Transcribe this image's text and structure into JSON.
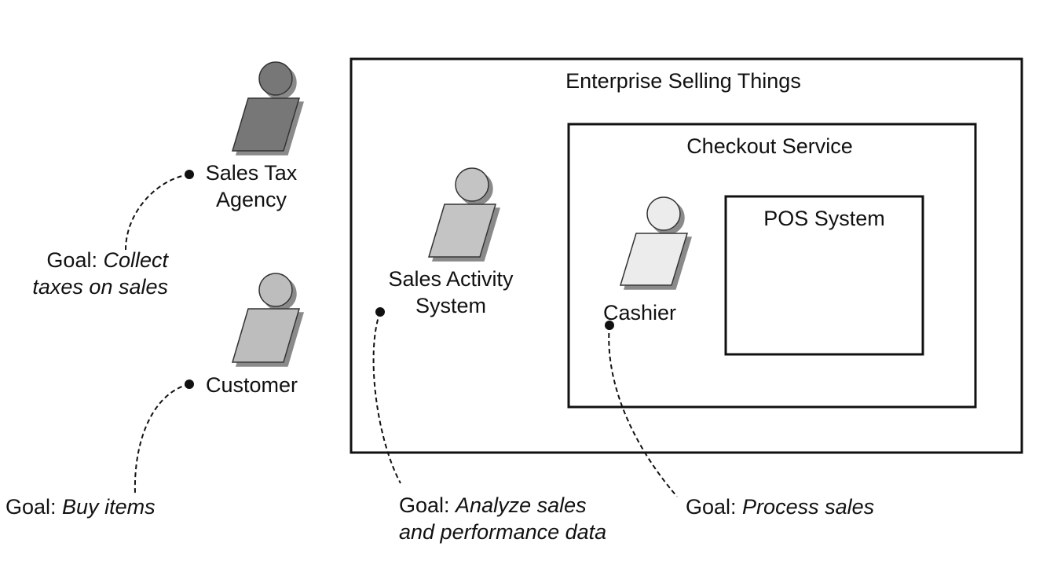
{
  "boundaries": {
    "enterprise": "Enterprise Selling Things",
    "checkout": "Checkout Service",
    "pos": "POS System"
  },
  "actors": {
    "sales_tax_agency": {
      "name_line1": "Sales Tax",
      "name_line2": "Agency",
      "color": "#777777"
    },
    "customer": {
      "name": "Customer",
      "color": "#bdbdbd"
    },
    "sales_activity": {
      "name_line1": "Sales Activity",
      "name_line2": "System",
      "color": "#c4c4c4"
    },
    "cashier": {
      "name": "Cashier",
      "color": "#ececec"
    }
  },
  "goals": {
    "tax": {
      "prefix": "Goal: ",
      "line1": "Collect",
      "line2": "taxes on sales"
    },
    "customer": {
      "prefix": "Goal: ",
      "text": "Buy items"
    },
    "sales_activity": {
      "prefix": "Goal: ",
      "line1": "Analyze sales",
      "line2": "and performance data"
    },
    "cashier": {
      "prefix": "Goal: ",
      "text": "Process sales"
    }
  }
}
